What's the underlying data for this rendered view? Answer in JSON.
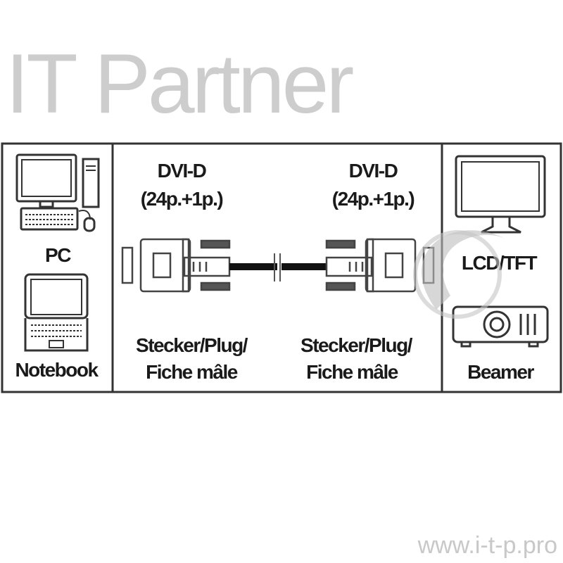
{
  "left_panel": {
    "pc_label": "PC",
    "notebook_label": "Notebook"
  },
  "center_panel": {
    "left_connector": {
      "type": "DVI-D",
      "pins": "(24p.+1p.)",
      "gender_line1": "Stecker/Plug/",
      "gender_line2": "Fiche mâle"
    },
    "right_connector": {
      "type": "DVI-D",
      "pins": "(24p.+1p.)",
      "gender_line1": "Stecker/Plug/",
      "gender_line2": "Fiche mâle"
    }
  },
  "right_panel": {
    "monitor_label": "LCD/TFT",
    "projector_label": "Beamer"
  },
  "watermark": {
    "logo_text": "IT Partner",
    "url": "www.i-t-p.pro"
  },
  "colors": {
    "line": "#1a1a1a",
    "watermark": "#bdbdbd"
  }
}
